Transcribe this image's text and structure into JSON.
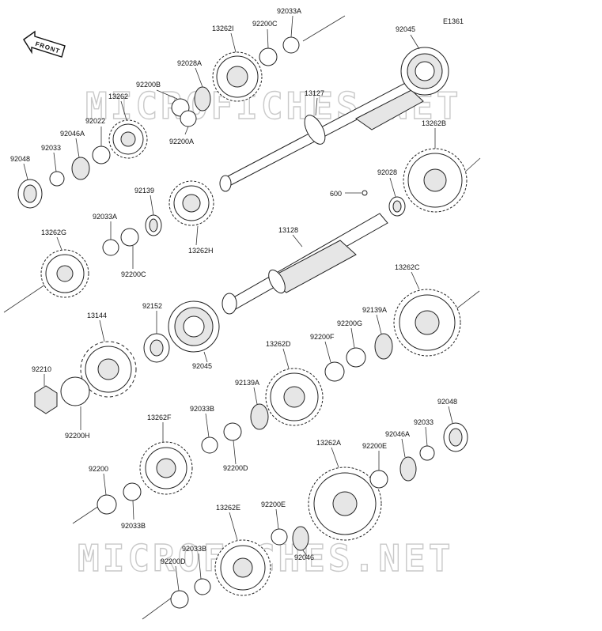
{
  "diagram": {
    "ref_code": "E1361",
    "front_label": "FRONT",
    "watermark": "MICROFICHES.NET",
    "parts": {
      "p13262i": "13262I",
      "p92200c_top": "92200C",
      "p92033a_top": "92033A",
      "p92045_top": "92045",
      "p92028a": "92028A",
      "p92200b": "92200B",
      "p13262": "13262",
      "p13127": "13127",
      "p92022": "92022",
      "p92200a": "92200A",
      "p92046a_top": "92046A",
      "p92033_top": "92033",
      "p92048_top": "92048",
      "p13262b": "13262B",
      "p92028": "92028",
      "p600": "600",
      "p92139": "92139",
      "p92033a_mid": "92033A",
      "p13262h": "13262H",
      "p13262g": "13262G",
      "p92200c_mid": "92200C",
      "p13128": "13128",
      "p13262c": "13262C",
      "p92152": "92152",
      "p92139a_top": "92139A",
      "p13144": "13144",
      "p92200g": "92200G",
      "p92200f": "92200F",
      "p92045_mid": "92045",
      "p13262d": "13262D",
      "p92210": "92210",
      "p92139a_mid": "92139A",
      "p92200h": "92200H",
      "p13262f": "13262F",
      "p92033b_mid": "92033B",
      "p92048_bot": "92048",
      "p92033_bot": "92033",
      "p92046a_bot": "92046A",
      "p13262a": "13262A",
      "p92200e_mid": "92200E",
      "p92200d_mid": "92200D",
      "p92200": "92200",
      "p92033b_low": "92033B",
      "p92200e_low": "92200E",
      "p13262e": "13262E",
      "p92046": "92046",
      "p92033b_bot": "92033B",
      "p92200d_bot": "92200D"
    }
  }
}
